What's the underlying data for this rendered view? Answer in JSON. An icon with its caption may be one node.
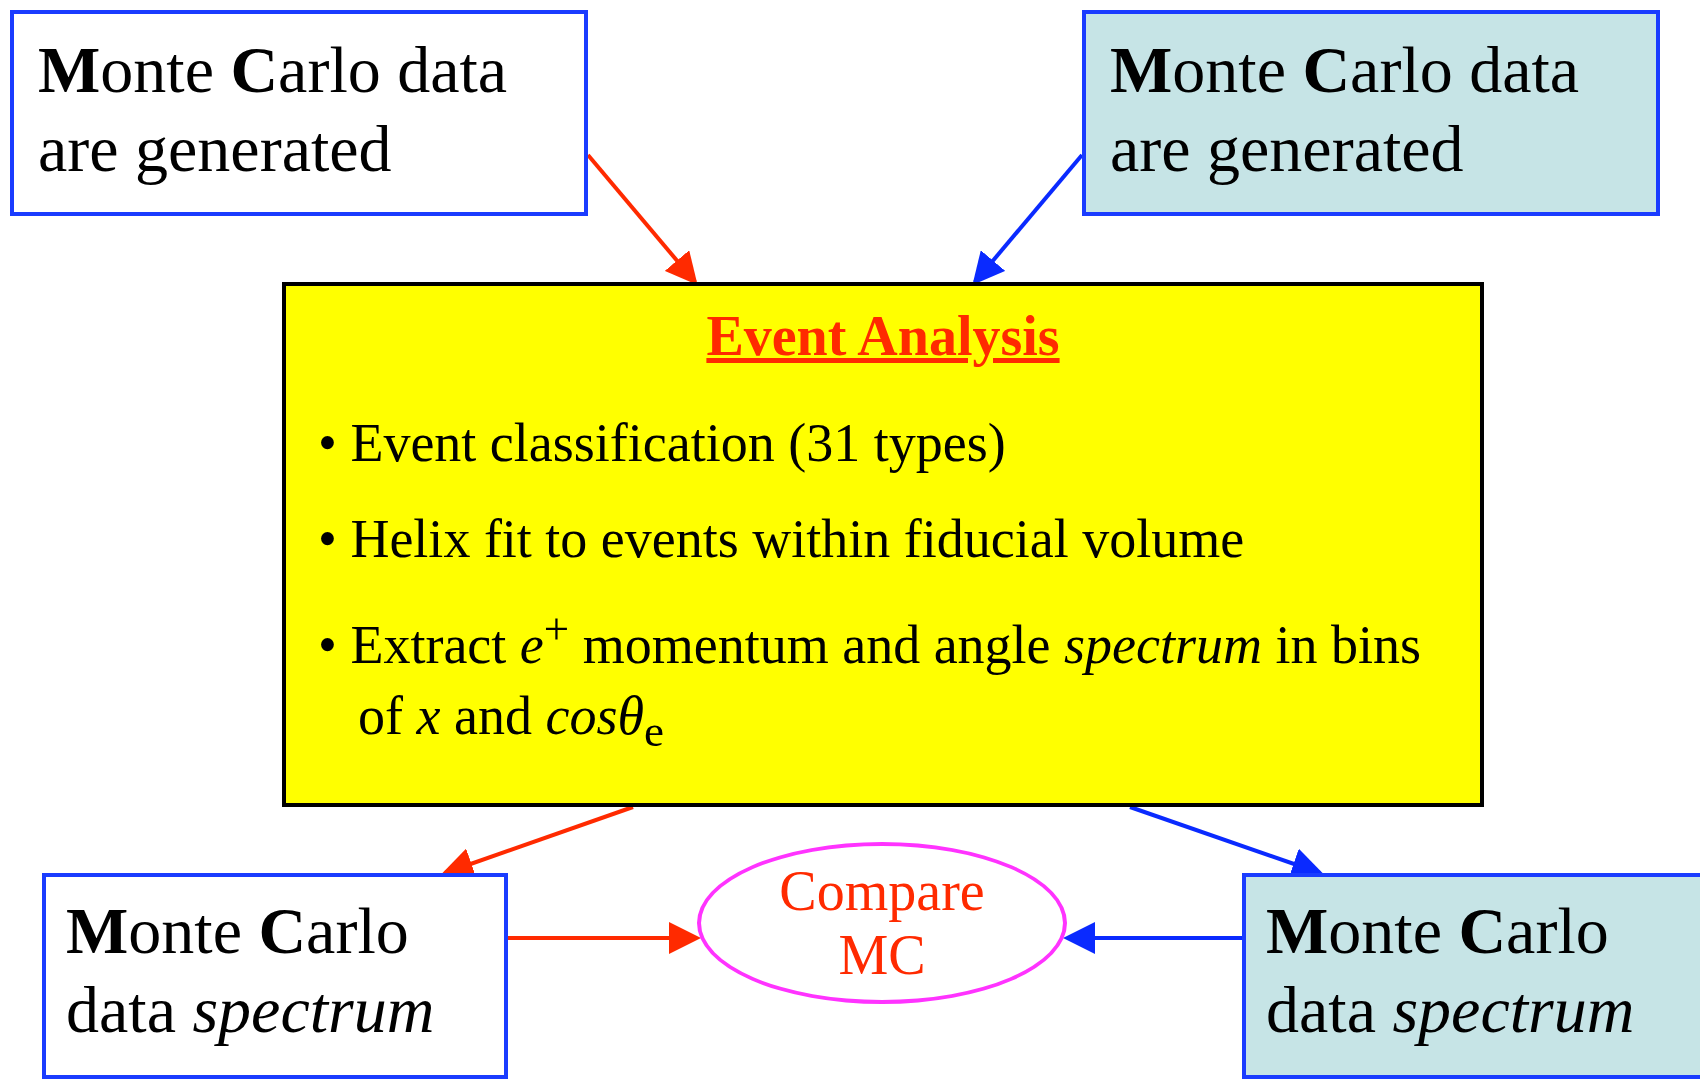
{
  "diagram": {
    "nodes": [
      {
        "text": [
          "**M**onte **C**arlo data are generated"
        ]
      },
      {
        "text": [
          "**M**onte **C**arlo data are generated"
        ]
      },
      {
        "text": [
          "Event Analysis",
          "• Event classification (31 types)",
          "• Helix fit to events within fiducial volume",
          "• Extract *e*$^{+}$ momentum and angle *spectrum* in bins of *x* and *cosθ*$_{e}$"
        ]
      },
      {
        "text": [
          "**M**onte **C**arlo data *spectrum*"
        ]
      },
      {
        "text": [
          "Compare MC"
        ]
      },
      {
        "text": [
          "**M**onte **C**arlo data *spectrum*"
        ]
      }
    ],
    "edges": [
      {
        "from": 0,
        "to": 2,
        "arrow": "to",
        "color": "#ff2a00"
      },
      {
        "from": 1,
        "to": 2,
        "arrow": "to",
        "color": "#0a2aff"
      },
      {
        "from": 2,
        "to": 3,
        "arrow": "to",
        "color": "#ff2a00"
      },
      {
        "from": 2,
        "to": 5,
        "arrow": "to",
        "color": "#0a2aff"
      },
      {
        "from": 3,
        "to": 4,
        "arrow": "to",
        "color": "#ff2a00"
      },
      {
        "from": 5,
        "to": 4,
        "arrow": "to",
        "color": "#0a2aff"
      }
    ]
  }
}
